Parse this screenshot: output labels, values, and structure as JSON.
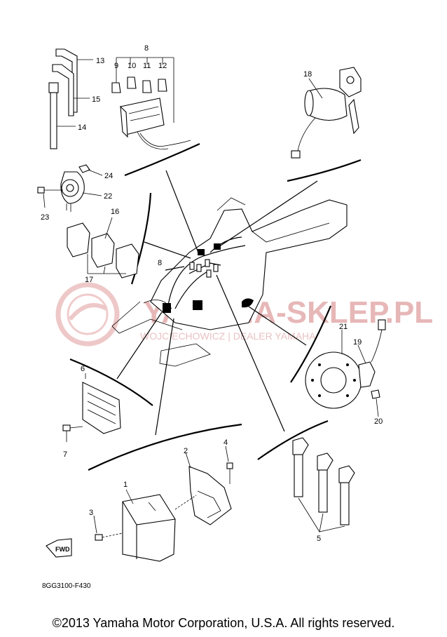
{
  "callouts": {
    "c1": "1",
    "c2": "2",
    "c3": "3",
    "c4": "4",
    "c5": "5",
    "c6": "6",
    "c7": "7",
    "c8a": "8",
    "c8b": "8",
    "c9": "9",
    "c10": "10",
    "c11": "11",
    "c12": "12",
    "c13": "13",
    "c14": "14",
    "c15": "15",
    "c16": "16",
    "c17": "17",
    "c18": "18",
    "c19": "19",
    "c20": "20",
    "c21": "21",
    "c22": "22",
    "c23": "23",
    "c24": "24"
  },
  "watermark": {
    "main": "YAMAHA-SKLEP.PL",
    "sub": "WOJCIECHOWICZ | DEALER YAMAHA"
  },
  "fwd_label": "FWD",
  "diagram_code": "8GG3100-F430",
  "copyright": "©2013 Yamaha Motor Corporation, U.S.A. All rights reserved.",
  "colors": {
    "ink": "#000000",
    "watermark": "#e7b7b7",
    "background": "#ffffff"
  }
}
